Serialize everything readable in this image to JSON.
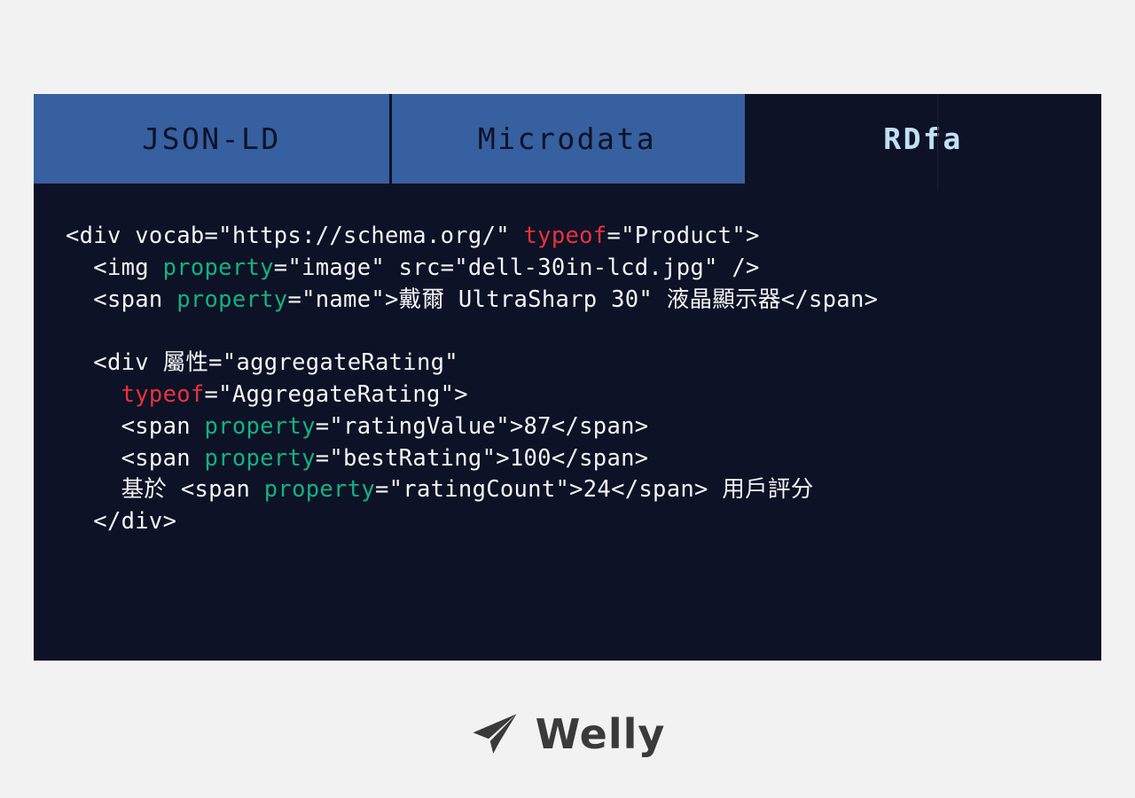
{
  "theme": {
    "page_background": "#f2f2f2",
    "panel_background": "#0d1226",
    "tab_inactive_background": "#36609f",
    "tab_inactive_text": "#0d1226",
    "tab_active_text": "#bfe0f5",
    "code_text": "#f3f4f7",
    "token_typeof": "#e8323c",
    "token_property": "#13b183",
    "logo_color": "#3a3a3a"
  },
  "tabs": [
    {
      "id": "json-ld",
      "label": "JSON-LD",
      "active": false
    },
    {
      "id": "microdata",
      "label": "Microdata",
      "active": false
    },
    {
      "id": "rdfa",
      "label": "RDfa",
      "active": true
    }
  ],
  "code": {
    "language": "html-rdfa",
    "lines": [
      [
        {
          "t": "plain",
          "s": "<div vocab=\"https://schema.org/\" "
        },
        {
          "t": "typeof",
          "s": "typeof"
        },
        {
          "t": "plain",
          "s": "=\"Product\">"
        }
      ],
      [
        {
          "t": "plain",
          "s": "  <img "
        },
        {
          "t": "property",
          "s": "property"
        },
        {
          "t": "plain",
          "s": "=\"image\" src=\"dell-30in-lcd.jpg\" />"
        }
      ],
      [
        {
          "t": "plain",
          "s": "  <span "
        },
        {
          "t": "property",
          "s": "property"
        },
        {
          "t": "plain",
          "s": "=\"name\">戴爾 UltraSharp 30\" 液晶顯示器</span>"
        }
      ],
      [
        {
          "t": "plain",
          "s": ""
        }
      ],
      [
        {
          "t": "plain",
          "s": "  <div 屬性=\"aggregateRating\""
        }
      ],
      [
        {
          "t": "plain",
          "s": "    "
        },
        {
          "t": "typeof",
          "s": "typeof"
        },
        {
          "t": "plain",
          "s": "=\"AggregateRating\">"
        }
      ],
      [
        {
          "t": "plain",
          "s": "    <span "
        },
        {
          "t": "property",
          "s": "property"
        },
        {
          "t": "plain",
          "s": "=\"ratingValue\">87</span>"
        }
      ],
      [
        {
          "t": "plain",
          "s": "    <span "
        },
        {
          "t": "property",
          "s": "property"
        },
        {
          "t": "plain",
          "s": "=\"bestRating\">100</span>"
        }
      ],
      [
        {
          "t": "plain",
          "s": "    基於 <span "
        },
        {
          "t": "property",
          "s": "property"
        },
        {
          "t": "plain",
          "s": "=\"ratingCount\">24</span> 用戶評分"
        }
      ],
      [
        {
          "t": "plain",
          "s": "  </div>"
        }
      ]
    ]
  },
  "logo": {
    "icon": "paper-plane-icon",
    "text": "Welly"
  }
}
